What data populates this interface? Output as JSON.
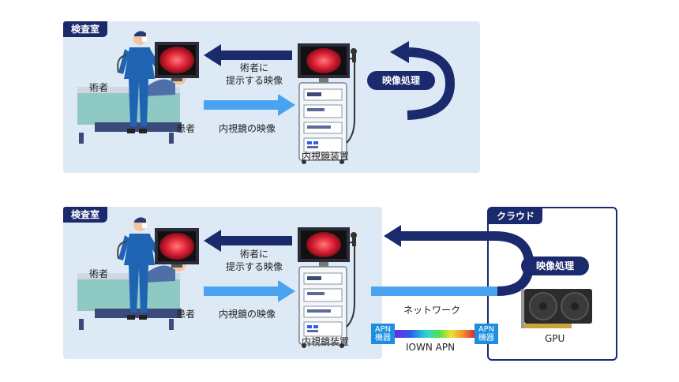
{
  "top": {
    "room_label": "検査室",
    "surgeon_label": "術者",
    "patient_label": "患者",
    "arrow_to_surgeon_line1": "術者に",
    "arrow_to_surgeon_line2": "提示する映像",
    "arrow_endoscope_video": "内視鏡の映像",
    "device_label": "内視鏡装置",
    "processing_label": "映像処理"
  },
  "bottom": {
    "room_label": "検査室",
    "surgeon_label": "術者",
    "patient_label": "患者",
    "arrow_to_surgeon_line1": "術者に",
    "arrow_to_surgeon_line2": "提示する映像",
    "arrow_endoscope_video": "内視鏡の映像",
    "device_label": "内視鏡装置",
    "network_label": "ネットワーク",
    "apn_left_line1": "APN",
    "apn_left_line2": "機器",
    "apn_right_line1": "APN",
    "apn_right_line2": "機器",
    "iown_label": "IOWN APN",
    "cloud_label": "クラウド",
    "processing_label": "映像処理",
    "gpu_label": "GPU"
  },
  "colors": {
    "navy": "#1a2a6c",
    "light_blue": "#4aa3f0",
    "panel_bg": "#dde9f4"
  }
}
